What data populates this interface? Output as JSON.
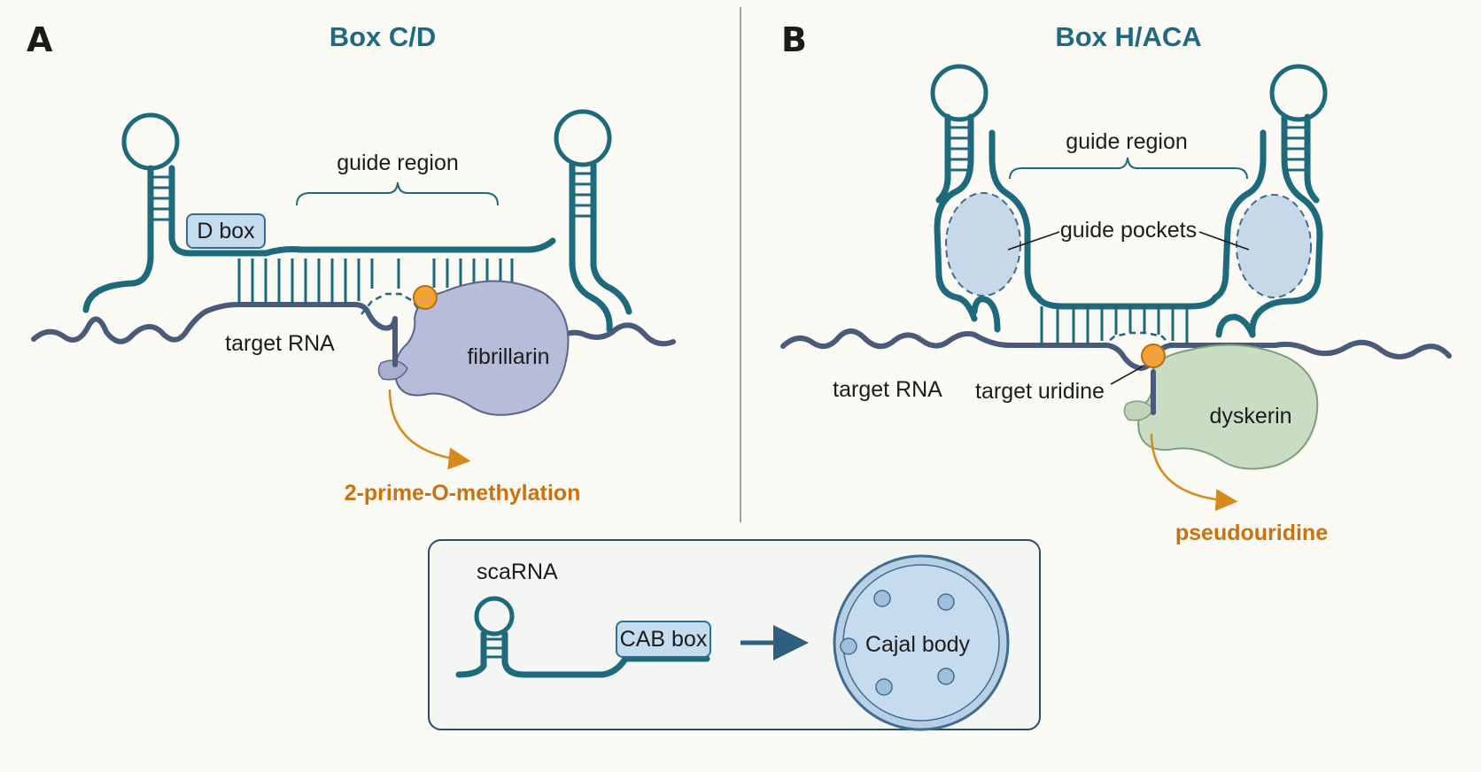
{
  "panel_a": {
    "letter": "A",
    "title": "Box C/D",
    "guide_region": "guide region",
    "d_box": "D box",
    "target_rna": "target RNA",
    "enzyme": "fibrillarin",
    "modification": "2-prime-O-methylation"
  },
  "panel_b": {
    "letter": "B",
    "title": "Box H/ACA",
    "guide_region": "guide region",
    "guide_pockets": "guide pockets",
    "target_rna": "target RNA",
    "target_uridine": "target uridine",
    "enzyme": "dyskerin",
    "modification": "pseudouridine"
  },
  "inset": {
    "scarna": "scaRNA",
    "cab_box": "CAB box",
    "cajal_body": "Cajal body"
  },
  "colors": {
    "rna": "#1d6a7c",
    "target": "#4a5a7a",
    "fibrillarin": "#b7bcd8",
    "dyskerin": "#c9dcc4",
    "modification": "#c9720f",
    "title": "#1f6a80"
  }
}
